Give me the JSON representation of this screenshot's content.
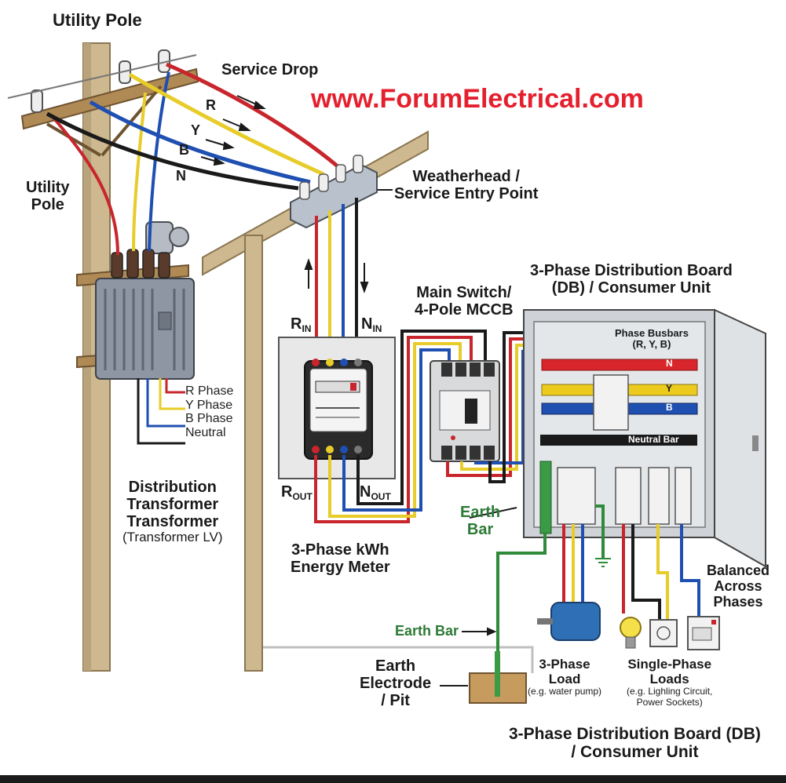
{
  "watermark": "www.ForumElectrical.com",
  "labels": {
    "utility_pole_top": "Utility Pole",
    "utility_pole_left_1": "Utility",
    "utility_pole_left_2": "Pole",
    "service_drop": "Service Drop",
    "weatherhead_1": "Weatherhead /",
    "weatherhead_2": "Service Entry Point",
    "main_switch_1": "Main Switch/",
    "main_switch_2": "4-Pole MCCB",
    "db_top_1": "3-Phase Distribution Board",
    "db_top_2": "(DB) / Consumer Unit",
    "phase_busbars_1": "Phase Busbars",
    "phase_busbars_2": "(R, Y, B)",
    "neutral_bar": "Neutral Bar",
    "earth_bar_db_1": "Earth",
    "earth_bar_db_2": "Bar",
    "earth_bar_lower": "Earth Bar",
    "earth_electrode_1": "Earth",
    "earth_electrode_2": "Electrode",
    "earth_electrode_3": "/ Pit",
    "meter_1": "3-Phase kWh",
    "meter_2": "Energy Meter",
    "transformer_1": "Distribution",
    "transformer_2": "Transformer",
    "transformer_3": "Transformer",
    "transformer_4": "(Transformer LV)",
    "balanced_1": "Balanced",
    "balanced_2": "Across",
    "balanced_3": "Phases",
    "load3_1": "3-Phase",
    "load3_2": "Load",
    "load3_3": "(e.g. water pump)",
    "load1_1": "Single-Phase",
    "load1_2": "Loads",
    "load1_3": "(e.g. Lighling Circuit,",
    "load1_4": "Power Sockets)",
    "db_bottom_1": "3-Phase Distribution Board (DB)",
    "db_bottom_2": "/ Consumer Unit",
    "r_in_main": "R",
    "r_in_sub": "IN",
    "n_in_main": "N",
    "n_in_sub": "IN",
    "r_out_main": "R",
    "r_out_sub": "OUT",
    "n_out_main": "N",
    "n_out_sub": "OUT"
  },
  "drop_wires": [
    "R",
    "Y",
    "B",
    "N"
  ],
  "transformer_phases": [
    "R Phase",
    "Y Phase",
    "B Phase",
    "Neutral"
  ],
  "busbar_tags": [
    "N",
    "Y",
    "B"
  ],
  "colors": {
    "red_phase": "#c8262c",
    "yellow_phase": "#e8cc2a",
    "blue_phase": "#1f4fb0",
    "neutral": "#1a1a1a",
    "earth": "#2f8a3a",
    "pole": "#c9b48a",
    "watermark": "#e5202e"
  }
}
